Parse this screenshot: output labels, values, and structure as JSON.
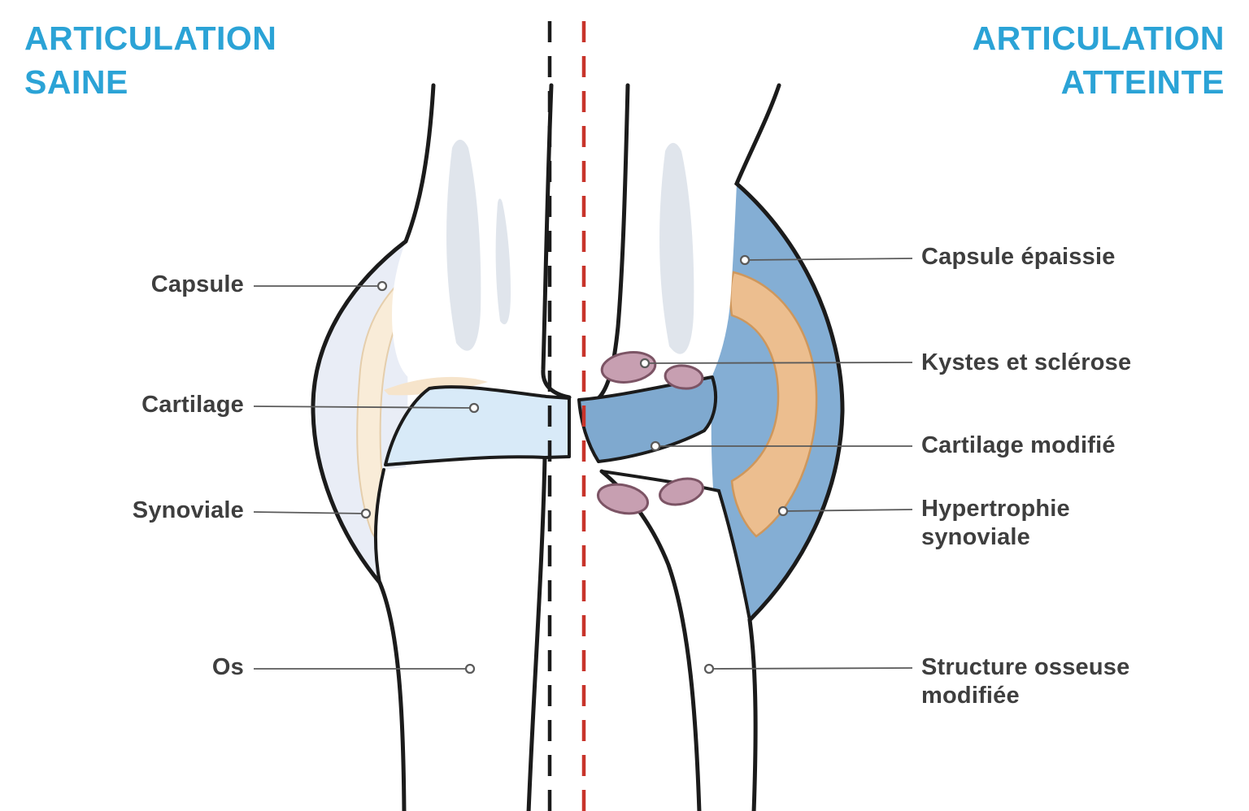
{
  "headers": {
    "left": {
      "line1": "ARTICULATION",
      "line2": "SAINE"
    },
    "right": {
      "line1": "ARTICULATION",
      "line2": "ATTEINTE"
    },
    "color": "#2BA3D6"
  },
  "healthy_labels": [
    {
      "text": "Capsule"
    },
    {
      "text": "Cartilage"
    },
    {
      "text": "Synoviale"
    },
    {
      "text": "Os"
    }
  ],
  "affected_labels": [
    {
      "text": "Capsule épaissie"
    },
    {
      "text": "Kystes et sclérose"
    },
    {
      "text": "Cartilage modifié"
    },
    {
      "text": "Hypertrophie synoviale"
    },
    {
      "text": "Structure osseuse modifiée"
    }
  ],
  "colors": {
    "capsule_healthy": "#E9EDF6",
    "synovium_healthy": "#F9ECD8",
    "cartilage_healthy": "#D8EAF8",
    "capsule_thickened": "#84AED4",
    "synovium_hypertrophied": "#ECBE8F",
    "cartilage_modified": "#7FA9CF",
    "cysts": "#C79FB1",
    "bone_highlight": "#E0E5EC",
    "bone_outline": "#1B1B1B",
    "midline_healthy": "#1B1B1B",
    "midline_affected": "#C8342B",
    "label_text": "#3E3E3E",
    "leader_line": "#5A5A5A"
  }
}
